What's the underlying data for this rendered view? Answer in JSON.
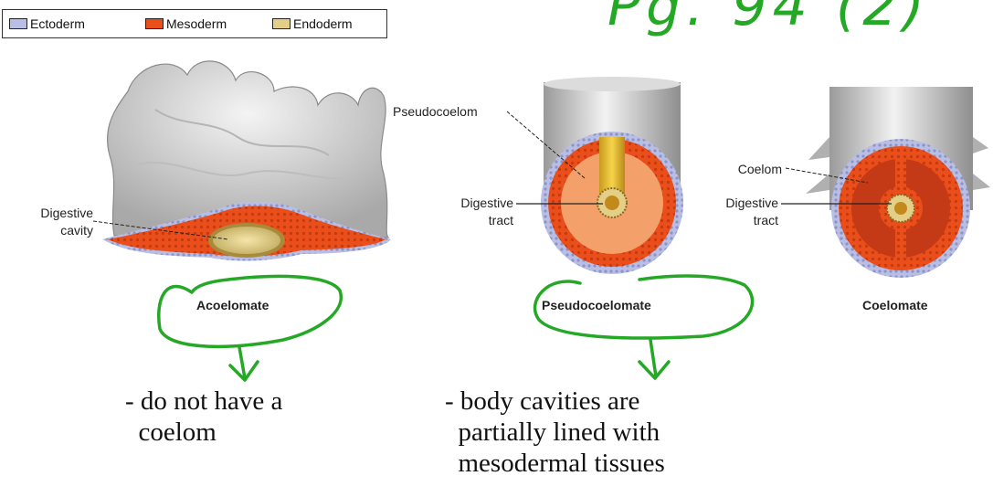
{
  "legend": {
    "items": [
      {
        "label": "Ectoderm",
        "color": "#b9bfe4"
      },
      {
        "label": "Mesoderm",
        "color": "#e94e1b"
      },
      {
        "label": "Endoderm",
        "color": "#e3cf88"
      }
    ]
  },
  "handwritten_title": "Pg. 94 (2)",
  "panels": {
    "acoelomate": {
      "caption": "Acoelomate",
      "label_digestive_cavity": "Digestive\ncavity"
    },
    "pseudocoelomate": {
      "caption": "Pseudocoelomate",
      "label_pseudocoelom": "Pseudocoelom",
      "label_digestive_tract": "Digestive\ntract"
    },
    "coelomate": {
      "caption": "Coelomate",
      "label_coelom": "Coelom",
      "label_digestive_tract": "Digestive\ntract"
    }
  },
  "notes": {
    "acoelomate": "- do not have a\n  coelom",
    "pseudocoelomate": "- body cavities are\n  partially lined with\n  mesodermal tissues"
  },
  "colors": {
    "annotation_green": "#25a825",
    "mesoderm": "#e94e1b",
    "ectoderm": "#b9bfe4",
    "endoderm": "#e3cf88",
    "body_gray": "#c8c8c8"
  }
}
